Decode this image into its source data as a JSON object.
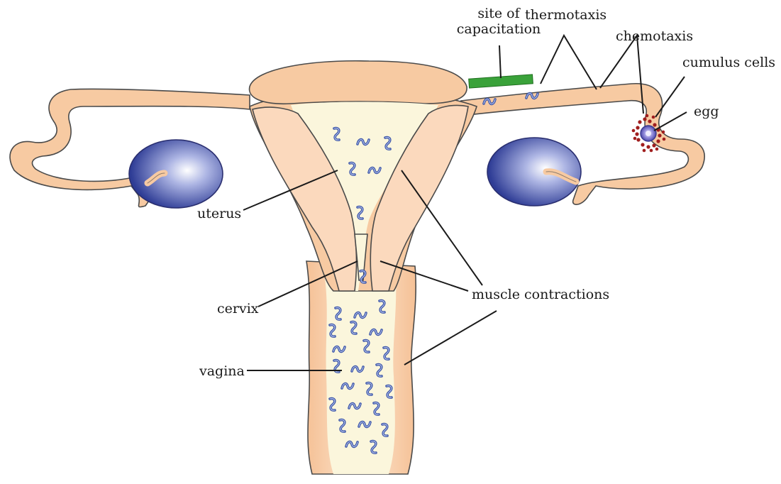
{
  "labels": {
    "site_of_capacitation_line1": "site of",
    "site_of_capacitation_line2": "capacitation",
    "thermotaxis": "thermotaxis",
    "chemotaxis": "chemotaxis",
    "cumulus_cells": "cumulus cells",
    "egg": "egg",
    "uterus": "uterus",
    "cervix": "cervix",
    "vagina": "vagina",
    "muscle_contractions": "muscle contractions"
  },
  "colors": {
    "tissue": "#f7caa2",
    "tissue_light": "#fde4cc",
    "lumen": "#fbf6dc",
    "ovary": "#2f3d96",
    "sperm": "#3b55a8",
    "capacitation_bar": "#3aa23a",
    "cumulus": "#a01e1e"
  }
}
